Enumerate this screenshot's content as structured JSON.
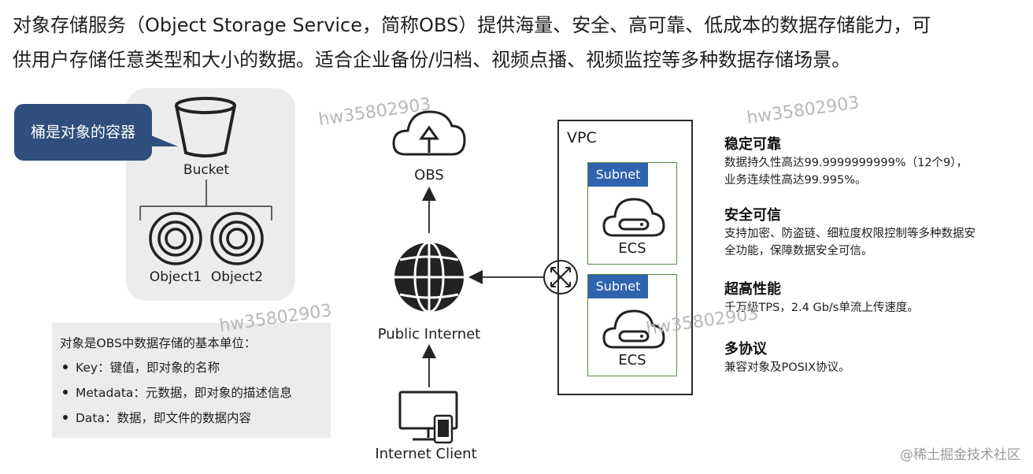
{
  "intro": {
    "line1": "对象存储服务（Object Storage Service，简称OBS）提供海量、安全、高可靠、低成本的数据存储能力，可",
    "line2": "供用户存储任意类型和大小的数据。适合企业备份/归档、视频点播、视频监控等多种数据存储场景。"
  },
  "bucket_section": {
    "callout": "桶是对象的容器",
    "bucket_label": "Bucket",
    "object1_label": "Object1",
    "object2_label": "Object2"
  },
  "object_info": {
    "title": "对象是OBS中数据存储的基本单位：",
    "items": [
      "Key：键值，即对象的名称",
      "Metadata：元数据，即对象的描述信息",
      "Data：数据，即文件的数据内容"
    ]
  },
  "network": {
    "obs_label": "OBS",
    "internet_label": "Public Internet",
    "client_label": "Internet Client"
  },
  "vpc": {
    "label": "VPC",
    "subnets": [
      {
        "tag": "Subnet",
        "ecs": "ECS"
      },
      {
        "tag": "Subnet",
        "ecs": "ECS"
      }
    ]
  },
  "features": [
    {
      "title": "稳定可靠",
      "desc": "数据持久性高达99.9999999999%（12个9），业务连续性高达99.995%。"
    },
    {
      "title": "安全可信",
      "desc": "支持加密、防盗链、细粒度权限控制等多种数据安全功能，保障数据安全可信。"
    },
    {
      "title": "超高性能",
      "desc": "千万级TPS，2.4 Gb/s单流上传速度。"
    },
    {
      "title": "多协议",
      "desc": "兼容对象及POSIX协议。"
    }
  ],
  "watermark_text": "hw35802903",
  "credit": "@稀土掘金技术社区",
  "colors": {
    "callout_bg": "#2f4f7c",
    "subnet_tag_bg": "#2f63ad",
    "panel_gray": "#ececec"
  }
}
